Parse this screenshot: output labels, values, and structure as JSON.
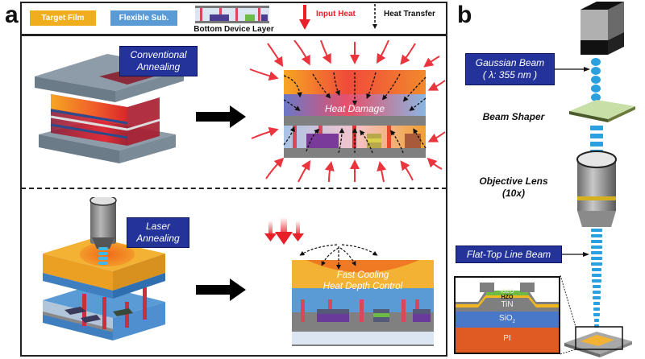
{
  "panel_a": {
    "letter": "a",
    "legend": {
      "target_film": "Target Film",
      "flexible_sub": "Flexible Sub.",
      "bottom_device_layer": "Bottom Device Layer",
      "input_heat": "Input Heat",
      "heat_transfer": "Heat Transfer"
    },
    "conventional": {
      "label_line1": "Conventional",
      "label_line2": "Annealing",
      "cross_section_text": "Heat Damage"
    },
    "laser": {
      "label_line1": "Laser",
      "label_line2": "Annealing",
      "cross_section_line1": "Fast Cooling",
      "cross_section_line2": "Heat Depth Control"
    }
  },
  "panel_b": {
    "letter": "b",
    "gaussian_beam_line1": "Gaussian Beam",
    "gaussian_beam_line2": "( λ: 355 nm )",
    "beam_shaper": "Beam Shaper",
    "objective_lens_line1": "Objective Lens",
    "objective_lens_line2": "(10x)",
    "flat_top": "Flat-Top Line Beam",
    "inset_layers": {
      "igzo": "IGZO",
      "hzo": "HZO",
      "tin": "TiN",
      "sio2": "SiO",
      "sio2_sub": "2",
      "pi": "PI"
    }
  },
  "colors": {
    "target_film": "#f0ad1e",
    "flexible_sub": "#5b9bd5",
    "label_box": "#23339a",
    "heat_red": "#e8202a",
    "pi": "#e05a24",
    "sio2": "#4a78c8",
    "tin": "#7f7f7f",
    "igzo": "#6dbb45"
  }
}
